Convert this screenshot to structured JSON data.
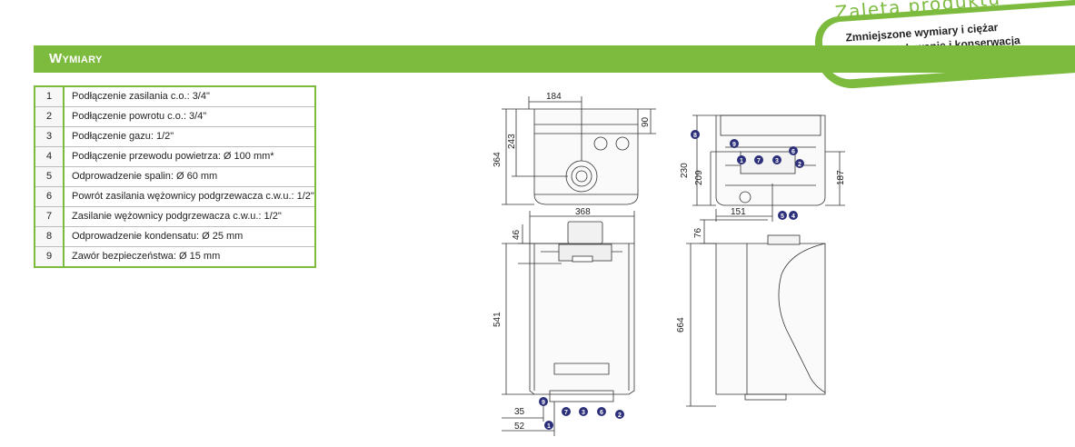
{
  "section": {
    "title": "Wymiary"
  },
  "badge": {
    "script_title": "Zaleta produktu",
    "line1": "Zmniejszone wymiary i ciężar",
    "line2": "Łatwe instalowanie i konserwacja"
  },
  "connections": [
    {
      "num": "1",
      "text": "Podłączenie zasilania c.o.: 3/4\""
    },
    {
      "num": "2",
      "text": "Podłączenie powrotu c.o.: 3/4\""
    },
    {
      "num": "3",
      "text": "Podłączenie gazu: 1/2\""
    },
    {
      "num": "4",
      "text": "Podłączenie przewodu powietrza: Ø 100 mm*"
    },
    {
      "num": "5",
      "text": "Odprowadzenie spalin: Ø 60 mm"
    },
    {
      "num": "6",
      "text": "Powrót zasilania wężownicy podgrzewacza c.w.u.: 1/2\""
    },
    {
      "num": "7",
      "text": "Zasilanie wężownicy podgrzewacza c.w.u.: 1/2\""
    },
    {
      "num": "8",
      "text": "Odprowadzenie kondensatu: Ø 25 mm"
    },
    {
      "num": "9",
      "text": "Zawór bezpieczeństwa: Ø 15 mm"
    }
  ],
  "drawing": {
    "top_view": {
      "width": "184",
      "depth_offset": "90",
      "height_total": "364",
      "height_inner": "243"
    },
    "bottom_view": {
      "h1": "230",
      "h2": "209",
      "h3": "187",
      "w": "151",
      "labels": [
        "8",
        "9",
        "1",
        "7",
        "3",
        "6",
        "2"
      ],
      "top_labels": [
        "5",
        "4"
      ]
    },
    "front_view": {
      "width": "368",
      "top": "46",
      "height": "541",
      "d35": "35",
      "d52": "52",
      "labels": [
        "9",
        "7",
        "3",
        "6",
        "2",
        "1"
      ]
    },
    "side_view": {
      "top": "76",
      "height": "664"
    }
  }
}
